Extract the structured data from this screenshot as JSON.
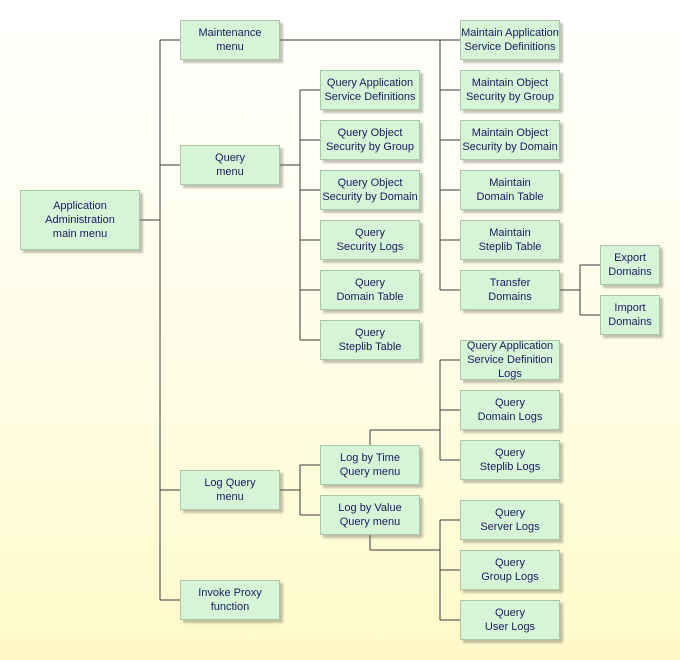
{
  "nodes": {
    "main": "Application\nAdministration\nmain menu",
    "maintenance": "Maintenance\nmenu",
    "query": "Query\nmenu",
    "logquery": "Log Query\nmenu",
    "proxy": "Invoke Proxy\nfunction",
    "q_asd": "Query Application\nService Definitions",
    "q_osg": "Query Object\nSecurity by Group",
    "q_osd": "Query Object\nSecurity by Domain",
    "q_sec": "Query\nSecurity Logs",
    "q_dom": "Query\nDomain Table",
    "q_step": "Query\nSteplib Table",
    "m_asd": "Maintain Application\nService Definitions",
    "m_osg": "Maintain Object\nSecurity by Group",
    "m_osd": "Maintain Object\nSecurity by Domain",
    "m_dom": "Maintain\nDomain Table",
    "m_step": "Maintain\nSteplib Table",
    "transfer": "Transfer\nDomains",
    "export": "Export\nDomains",
    "import": "Import\nDomains",
    "logtime": "Log by Time\nQuery menu",
    "logvalue": "Log by Value\nQuery menu",
    "l_asd": "Query Application\nService Definition\nLogs",
    "l_dom": "Query\nDomain Logs",
    "l_step": "Query\nSteplib Logs",
    "l_srv": "Query\nServer Logs",
    "l_grp": "Query\nGroup Logs",
    "l_usr": "Query\nUser Logs"
  },
  "colors": {
    "node_fill": "#d6f5d6",
    "node_border": "#a8c8a8",
    "text": "#1a1a60",
    "line": "#3a3a3a"
  }
}
